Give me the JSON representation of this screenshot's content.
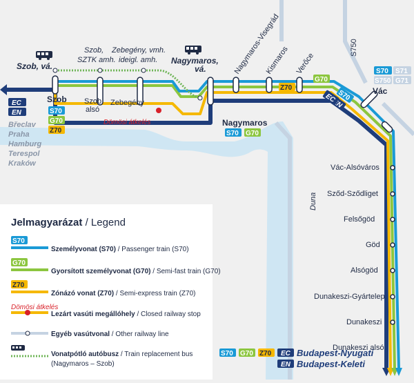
{
  "colors": {
    "s70": "#1a9ad6",
    "g70": "#8cc63f",
    "z70": "#f5b800",
    "en": "#1f3d7a",
    "river": "#cfe6f3",
    "other": "#c5d3e2",
    "bus": "#6fb557",
    "closed": "#d8212a"
  },
  "badges": {
    "s70": "S70",
    "g70": "G70",
    "z70": "Z70",
    "s71": "S71",
    "s750": "S750",
    "g71": "G71",
    "ec": "EC",
    "en": "EN"
  },
  "stations": {
    "szob": "Szob",
    "szob_also": [
      "Szob",
      "alsó"
    ],
    "zebegeny": "Zebegény",
    "nagymaros": "Nagymaros",
    "nagymaros_visegrad": "Nagymaros-Visegrád",
    "kismaros": "Kismaros",
    "veroce": "Verőce",
    "vac": "Vác",
    "vac_alsovaros": "Vác-Alsóváros",
    "szod": "Sződ-Sződliget",
    "felsogod": "Felsőgöd",
    "god": "Göd",
    "alsogod": "Alsógöd",
    "dunakeszi_gyartelep": "Dunakeszi-Gyártelep",
    "dunakeszi": "Dunakeszi",
    "dunakeszi_also": "Dunakeszi alsó"
  },
  "bus_stops": {
    "szob_va": "Szob, vá.",
    "szob_sztk": [
      "Szob,",
      "SZTK amh."
    ],
    "zebegeny_vmh": [
      "Zebegény, vmh.",
      "ideigl. amh."
    ],
    "nagymaros_va": [
      "Nagymaros,",
      "vá."
    ]
  },
  "closed_stop": "Dömösi átkelés",
  "river": "Duna",
  "line_s750": "S750",
  "international": [
    "Břeclav",
    "Praha",
    "Hamburg",
    "Terespol",
    "Kraków"
  ],
  "destinations": {
    "nyugati": "Budapest-Nyugati",
    "keleti": "Budapest-Keleti"
  },
  "legend": {
    "title_bold": "Jelmagyarázat",
    "title_rest": " / Legend",
    "items": [
      {
        "bold": "Személyvonat (S70)",
        "rest": " / Passenger train (S70)"
      },
      {
        "bold": "Gyorsított személyvonat (G70)",
        "rest": " / Semi-fast train (G70)"
      },
      {
        "bold": "Zónázó vonat (Z70)",
        "rest": " / Semi-express train (Z70)"
      },
      {
        "bold": "Lezárt vasúti megállóhely",
        "rest": " / Closed railway stop"
      },
      {
        "bold": "Egyéb vasútvonal",
        "rest": " / Other railway line"
      },
      {
        "bold": "Vonatpótló autóbusz",
        "rest": " / Train replacement bus",
        "line2": "(Nagymaros – Szob)"
      }
    ],
    "sample_closed": "Dömösi átkelés"
  }
}
